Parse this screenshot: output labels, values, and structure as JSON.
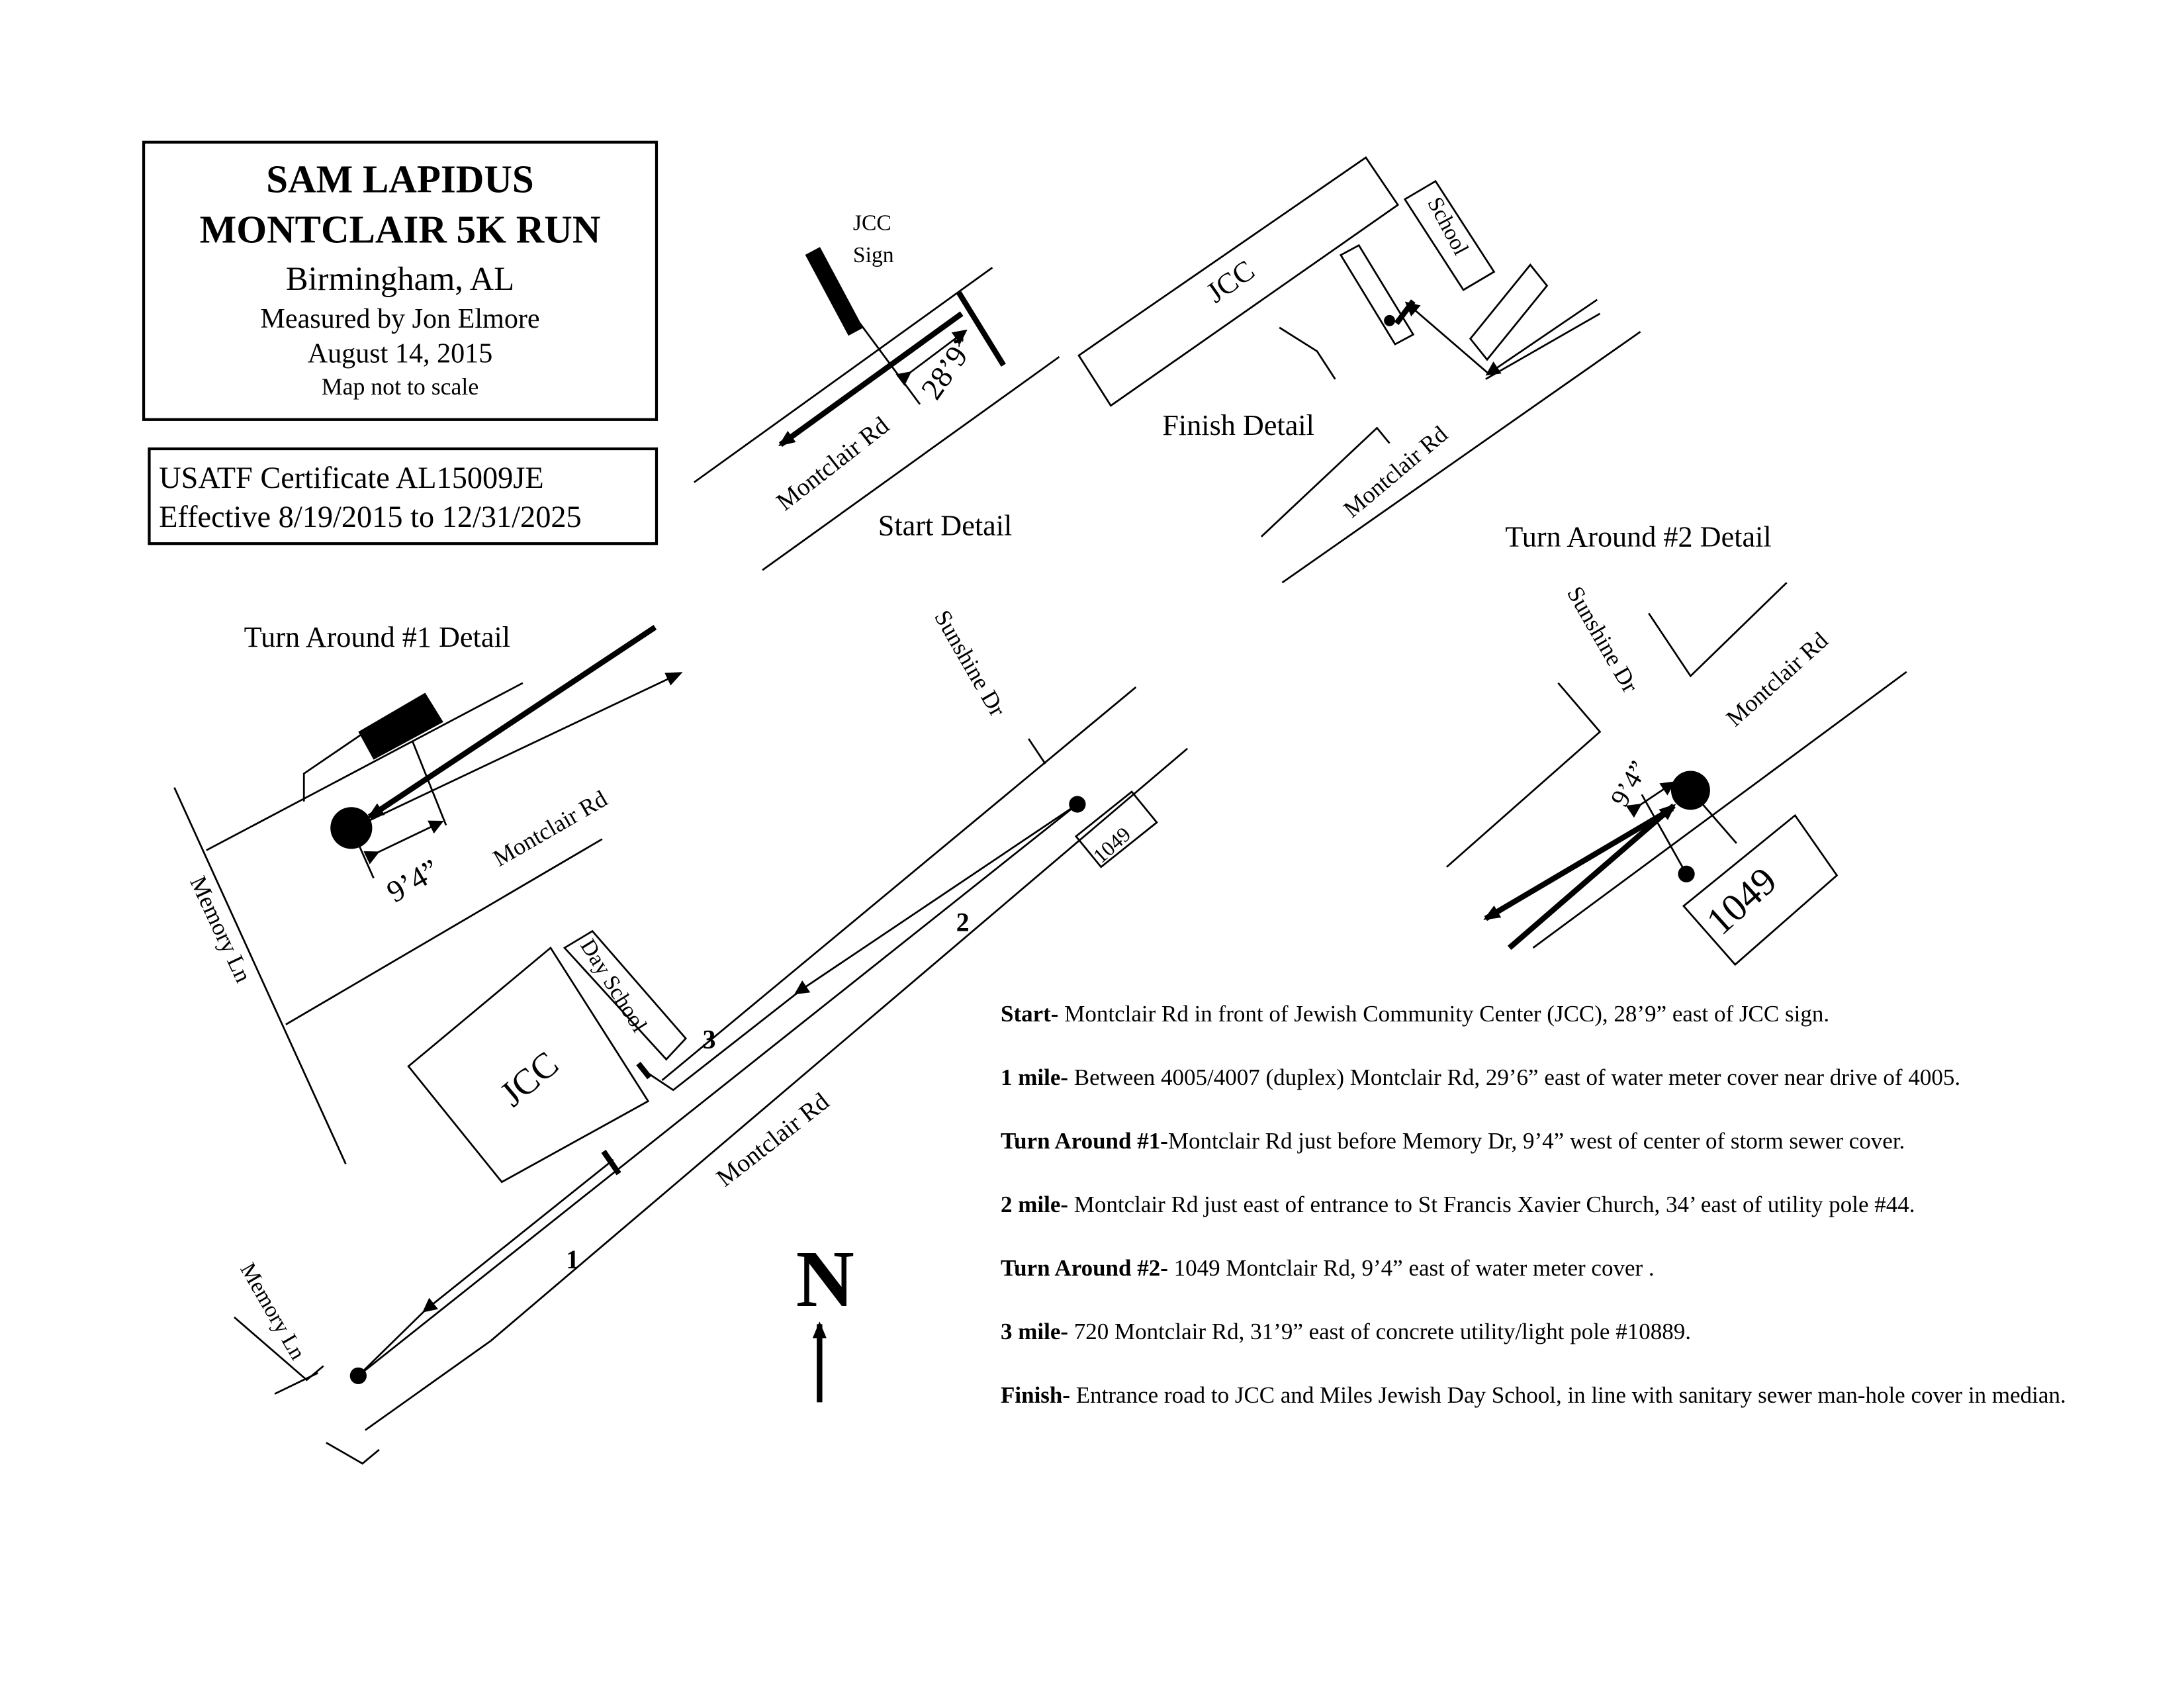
{
  "title_box": {
    "line1": "SAM LAPIDUS",
    "line2": "MONTCLAIR 5K RUN",
    "city": "Birmingham, AL",
    "measured_by": "Measured by Jon Elmore",
    "date": "August 14, 2015",
    "scale_note": "Map not to scale"
  },
  "certificate": {
    "line1": "USATF Certificate AL15009JE",
    "line2": "Effective 8/19/2015 to 12/31/2025"
  },
  "start_detail": {
    "title": "Start Detail",
    "sign_label_1": "JCC",
    "sign_label_2": "Sign",
    "road": "Montclair Rd",
    "distance": "28’9”"
  },
  "finish_detail": {
    "title": "Finish Detail",
    "building": "JCC",
    "school": "School",
    "road": "Montclair Rd"
  },
  "turn1_detail": {
    "title": "Turn Around #1 Detail",
    "road": "Montclair Rd",
    "side_road": "Memory Ln",
    "distance": "9’4”"
  },
  "turn2_detail": {
    "title": "Turn Around #2 Detail",
    "road": "Montclair Rd",
    "side_road": "Sunshine Dr",
    "distance": "9’4”",
    "address": "1049"
  },
  "main_map": {
    "side_road_top": "Sunshine Dr",
    "side_road_bottom": "Memory Ln",
    "road": "Montclair Rd",
    "building": "JCC",
    "school": "Day School",
    "address": "1049",
    "mile_markers": [
      "1",
      "2",
      "3"
    ],
    "north": "N"
  },
  "notes": [
    {
      "label": "Start-",
      "text": " Montclair Rd in front of Jewish Community Center (JCC), 28’9” east of  JCC sign."
    },
    {
      "label": "1 mile-",
      "text": " Between 4005/4007 (duplex) Montclair Rd, 29’6” east of water meter cover near drive of 4005."
    },
    {
      "label": "Turn Around #1-",
      "text": "Montclair Rd just before Memory Dr, 9’4” west of center of storm sewer cover."
    },
    {
      "label": "2 mile-",
      "text": " Montclair Rd just east of entrance to St Francis Xavier Church, 34’ east of utility pole #44."
    },
    {
      "label": "Turn Around #2-",
      "text": " 1049 Montclair Rd, 9’4” east of water meter cover ."
    },
    {
      "label": "3 mile-",
      "text": " 720 Montclair Rd, 31’9” east of concrete utility/light pole #10889."
    },
    {
      "label": "Finish-",
      "text": " Entrance road to JCC and Miles Jewish Day School, in line with sanitary sewer man-hole cover in median."
    }
  ]
}
